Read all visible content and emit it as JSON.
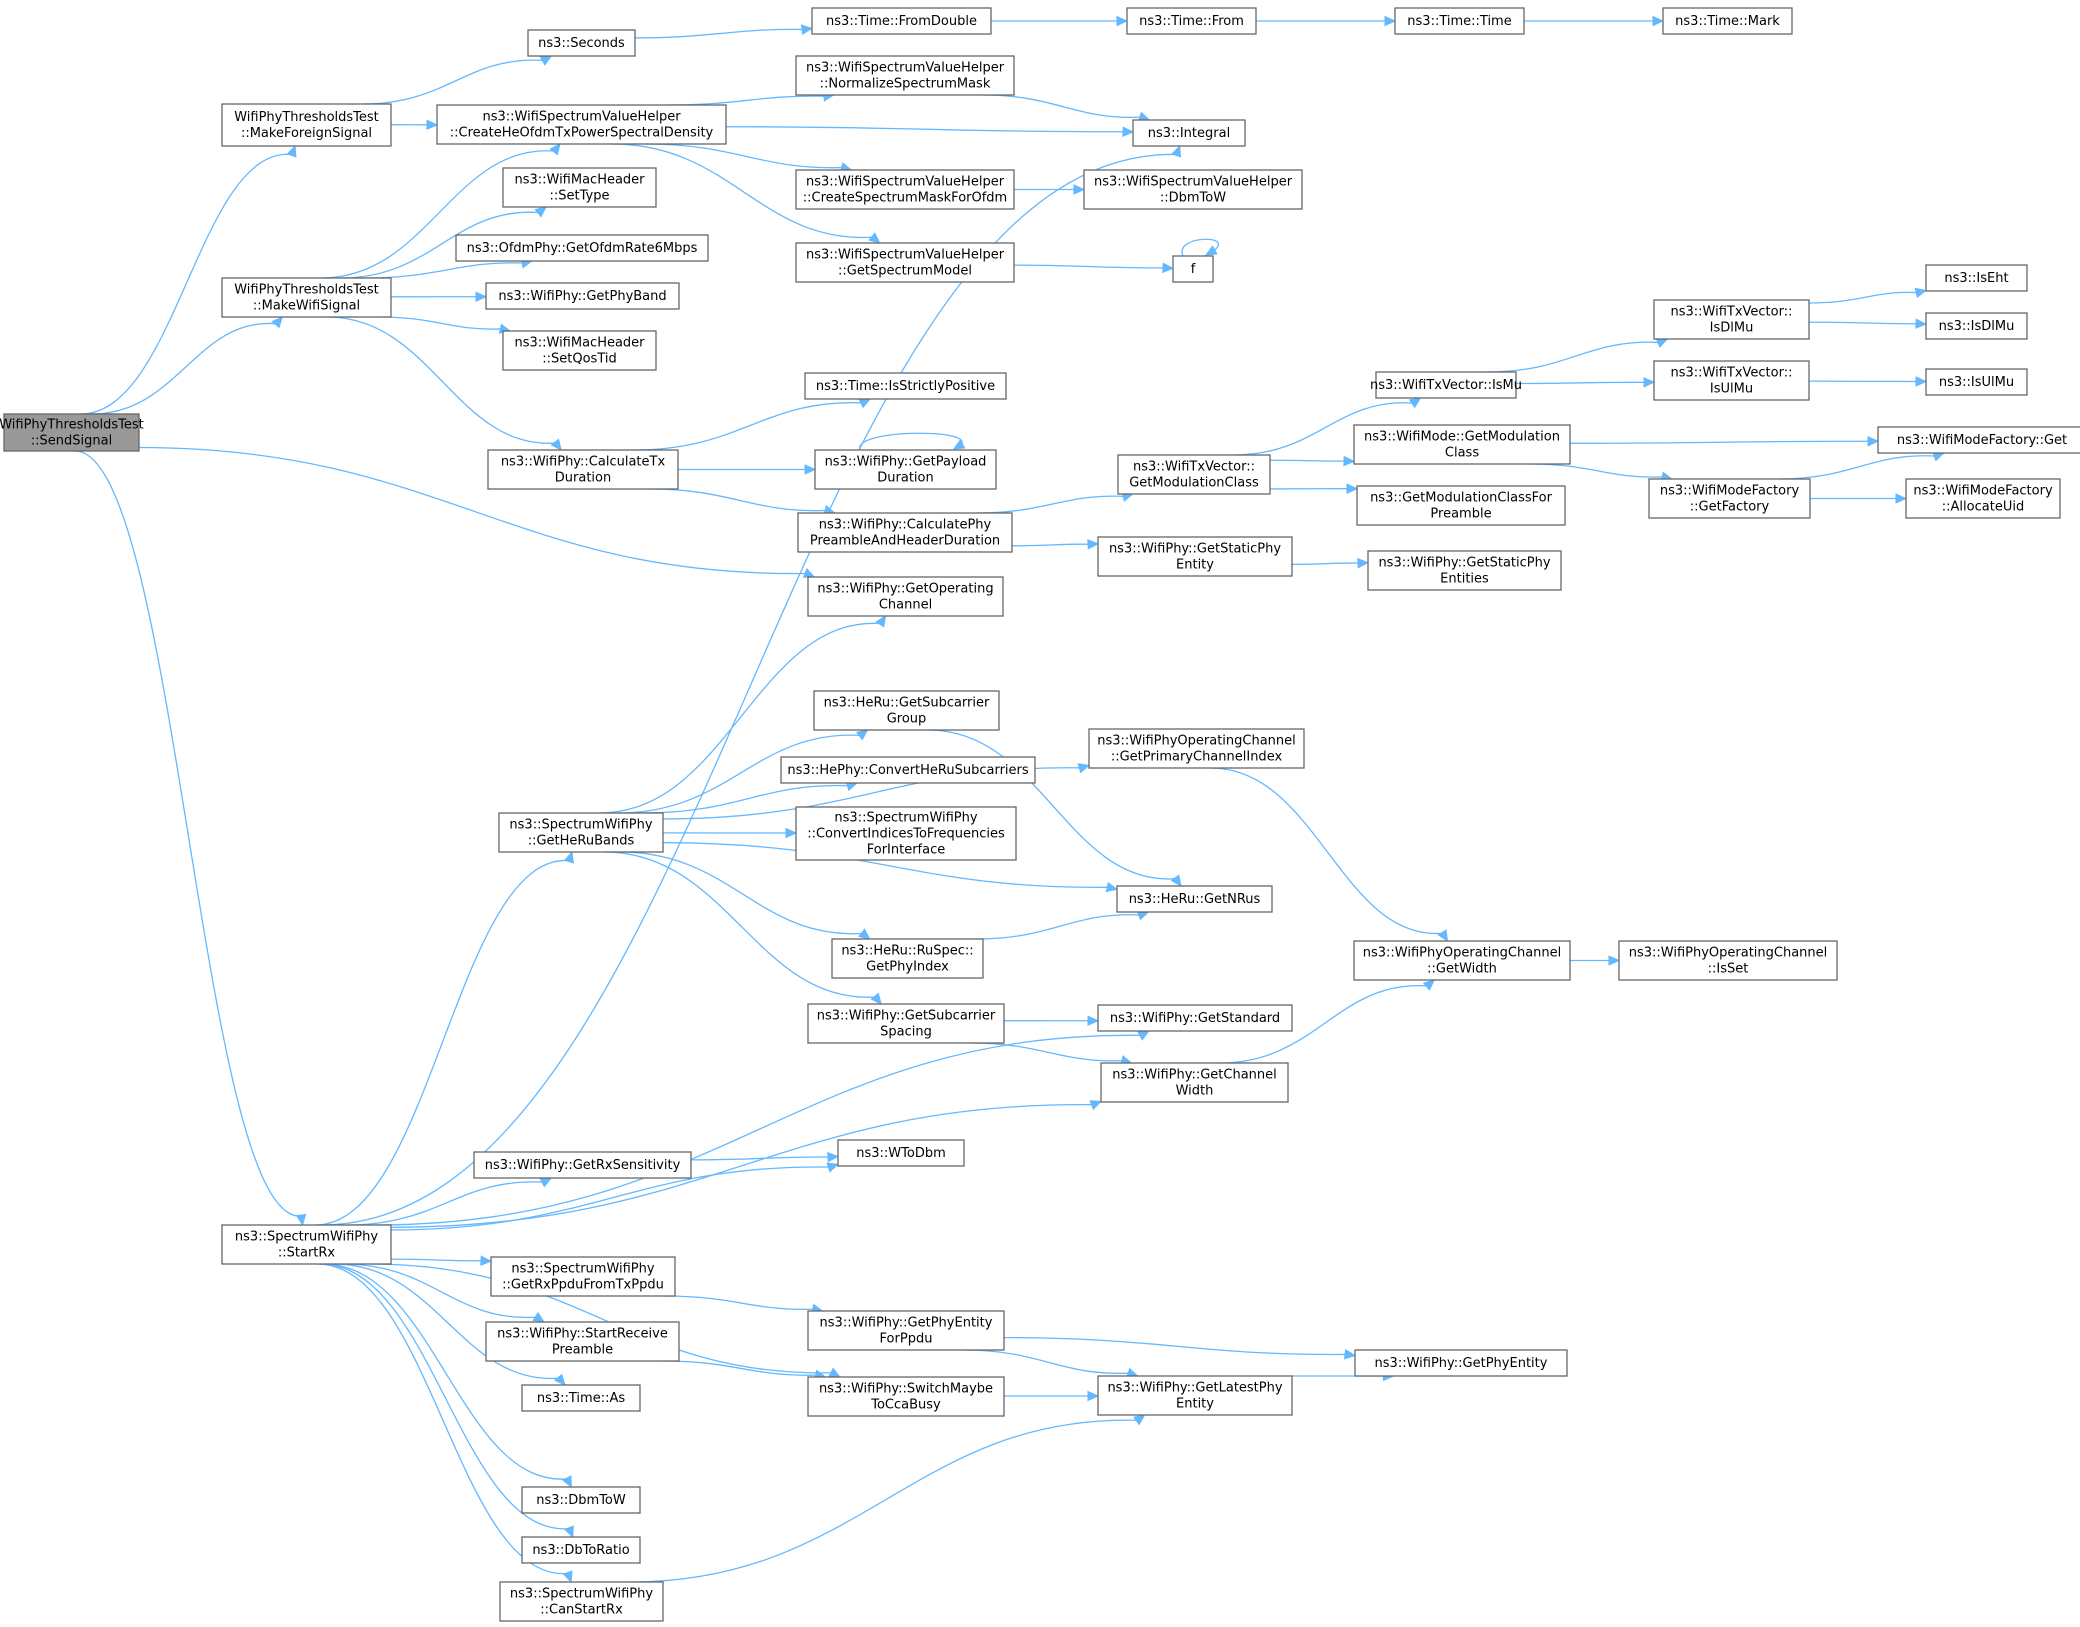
{
  "diagram": {
    "type": "call-graph",
    "nodes": [
      {
        "id": "root",
        "lines": [
          "WifiPhyThresholdsTest",
          "::SendSignal"
        ],
        "highlight": true
      },
      {
        "id": "mfs",
        "lines": [
          "WifiPhyThresholdsTest",
          "::MakeForeignSignal"
        ]
      },
      {
        "id": "mws",
        "lines": [
          "WifiPhyThresholdsTest",
          "::MakeWifiSignal"
        ]
      },
      {
        "id": "srx",
        "lines": [
          "ns3::SpectrumWifiPhy",
          "::StartRx"
        ]
      },
      {
        "id": "sec",
        "lines": [
          "ns3::Seconds"
        ]
      },
      {
        "id": "che",
        "lines": [
          "ns3::WifiSpectrumValueHelper",
          "::CreateHeOfdmTxPowerSpectralDensity"
        ]
      },
      {
        "id": "tfd",
        "lines": [
          "ns3::Time::FromDouble"
        ]
      },
      {
        "id": "tf",
        "lines": [
          "ns3::Time::From"
        ]
      },
      {
        "id": "tt",
        "lines": [
          "ns3::Time::Time"
        ]
      },
      {
        "id": "tm",
        "lines": [
          "ns3::Time::Mark"
        ]
      },
      {
        "id": "nsm",
        "lines": [
          "ns3::WifiSpectrumValueHelper",
          "::NormalizeSpectrumMask"
        ]
      },
      {
        "id": "int",
        "lines": [
          "ns3::Integral"
        ]
      },
      {
        "id": "cso",
        "lines": [
          "ns3::WifiSpectrumValueHelper",
          "::CreateSpectrumMaskForOfdm"
        ]
      },
      {
        "id": "dbw",
        "lines": [
          "ns3::WifiSpectrumValueHelper",
          "::DbmToW"
        ]
      },
      {
        "id": "gsm",
        "lines": [
          "ns3::WifiSpectrumValueHelper",
          "::GetSpectrumModel"
        ]
      },
      {
        "id": "f",
        "lines": [
          "f"
        ]
      },
      {
        "id": "mst",
        "lines": [
          "ns3::WifiMacHeader",
          "::SetType"
        ]
      },
      {
        "id": "ofdm",
        "lines": [
          "ns3::OfdmPhy::GetOfdmRate6Mbps"
        ]
      },
      {
        "id": "gpb",
        "lines": [
          "ns3::WifiPhy::GetPhyBand"
        ]
      },
      {
        "id": "sqt",
        "lines": [
          "ns3::WifiMacHeader",
          "::SetQosTid"
        ]
      },
      {
        "id": "ctd",
        "lines": [
          "ns3::WifiPhy::CalculateTx",
          "Duration"
        ]
      },
      {
        "id": "tsp",
        "lines": [
          "ns3::Time::IsStrictlyPositive"
        ]
      },
      {
        "id": "gpd",
        "lines": [
          "ns3::WifiPhy::GetPayload",
          "Duration"
        ]
      },
      {
        "id": "cph",
        "lines": [
          "ns3::WifiPhy::CalculatePhy",
          "PreambleAndHeaderDuration"
        ]
      },
      {
        "id": "goc",
        "lines": [
          "ns3::WifiPhy::GetOperating",
          "Channel"
        ]
      },
      {
        "id": "gmc",
        "lines": [
          "ns3::WifiTxVector::",
          "GetModulationClass"
        ]
      },
      {
        "id": "ismu",
        "lines": [
          "ns3::WifiTxVector::IsMu"
        ]
      },
      {
        "id": "isdlmu",
        "lines": [
          "ns3::WifiTxVector::",
          "IsDlMu"
        ]
      },
      {
        "id": "isulmu",
        "lines": [
          "ns3::WifiTxVector::",
          "IsUlMu"
        ]
      },
      {
        "id": "iseht",
        "lines": [
          "ns3::IsEht"
        ]
      },
      {
        "id": "isdl",
        "lines": [
          "ns3::IsDlMu"
        ]
      },
      {
        "id": "isul",
        "lines": [
          "ns3::IsUlMu"
        ]
      },
      {
        "id": "wmgmc",
        "lines": [
          "ns3::WifiMode::GetModulation",
          "Class"
        ]
      },
      {
        "id": "wmfget",
        "lines": [
          "ns3::WifiModeFactory::Get"
        ]
      },
      {
        "id": "wmfgf",
        "lines": [
          "ns3::WifiModeFactory",
          "::GetFactory"
        ]
      },
      {
        "id": "wmfau",
        "lines": [
          "ns3::WifiModeFactory",
          "::AllocateUid"
        ]
      },
      {
        "id": "gmcfp",
        "lines": [
          "ns3::GetModulationClassFor",
          "Preamble"
        ]
      },
      {
        "id": "gspe",
        "lines": [
          "ns3::WifiPhy::GetStaticPhy",
          "Entity"
        ]
      },
      {
        "id": "gspes",
        "lines": [
          "ns3::WifiPhy::GetStaticPhy",
          "Entities"
        ]
      },
      {
        "id": "ghrb",
        "lines": [
          "ns3::SpectrumWifiPhy",
          "::GetHeRuBands"
        ]
      },
      {
        "id": "hgsg",
        "lines": [
          "ns3::HeRu::GetSubcarrier",
          "Group"
        ]
      },
      {
        "id": "chrs",
        "lines": [
          "ns3::HePhy::ConvertHeRuSubcarriers"
        ]
      },
      {
        "id": "citf",
        "lines": [
          "ns3::SpectrumWifiPhy",
          "::ConvertIndicesToFrequencies",
          "ForInterface"
        ]
      },
      {
        "id": "gpi",
        "lines": [
          "ns3::HeRu::RuSpec::",
          "GetPhyIndex"
        ]
      },
      {
        "id": "gss",
        "lines": [
          "ns3::WifiPhy::GetSubcarrier",
          "Spacing"
        ]
      },
      {
        "id": "gpci",
        "lines": [
          "ns3::WifiPhyOperatingChannel",
          "::GetPrimaryChannelIndex"
        ]
      },
      {
        "id": "gnrus",
        "lines": [
          "ns3::HeRu::GetNRus"
        ]
      },
      {
        "id": "gstd",
        "lines": [
          "ns3::WifiPhy::GetStandard"
        ]
      },
      {
        "id": "gcw",
        "lines": [
          "ns3::WifiPhy::GetChannel",
          "Width"
        ]
      },
      {
        "id": "ocgw",
        "lines": [
          "ns3::WifiPhyOperatingChannel",
          "::GetWidth"
        ]
      },
      {
        "id": "ocis",
        "lines": [
          "ns3::WifiPhyOperatingChannel",
          "::IsSet"
        ]
      },
      {
        "id": "grs",
        "lines": [
          "ns3::WifiPhy::GetRxSensitivity"
        ]
      },
      {
        "id": "wtd",
        "lines": [
          "ns3::WToDbm"
        ]
      },
      {
        "id": "grpf",
        "lines": [
          "ns3::SpectrumWifiPhy",
          "::GetRxPpduFromTxPpdu"
        ]
      },
      {
        "id": "srp",
        "lines": [
          "ns3::WifiPhy::StartReceive",
          "Preamble"
        ]
      },
      {
        "id": "tas",
        "lines": [
          "ns3::Time::As"
        ]
      },
      {
        "id": "dtw",
        "lines": [
          "ns3::DbmToW"
        ]
      },
      {
        "id": "dtr",
        "lines": [
          "ns3::DbToRatio"
        ]
      },
      {
        "id": "csr",
        "lines": [
          "ns3::SpectrumWifiPhy",
          "::CanStartRx"
        ]
      },
      {
        "id": "gpefp",
        "lines": [
          "ns3::WifiPhy::GetPhyEntity",
          "ForPpdu"
        ]
      },
      {
        "id": "smcb",
        "lines": [
          "ns3::WifiPhy::SwitchMaybe",
          "ToCcaBusy"
        ]
      },
      {
        "id": "glpe",
        "lines": [
          "ns3::WifiPhy::GetLatestPhy",
          "Entity"
        ]
      },
      {
        "id": "gpe",
        "lines": [
          "ns3::WifiPhy::GetPhyEntity"
        ]
      }
    ],
    "edges": [
      [
        "root",
        "mfs"
      ],
      [
        "root",
        "mws"
      ],
      [
        "root",
        "srx"
      ],
      [
        "root",
        "goc"
      ],
      [
        "mfs",
        "sec"
      ],
      [
        "mfs",
        "che"
      ],
      [
        "sec",
        "tfd"
      ],
      [
        "tfd",
        "tf"
      ],
      [
        "tf",
        "tt"
      ],
      [
        "tt",
        "tm"
      ],
      [
        "che",
        "nsm"
      ],
      [
        "che",
        "int"
      ],
      [
        "che",
        "cso"
      ],
      [
        "che",
        "gsm"
      ],
      [
        "nsm",
        "int"
      ],
      [
        "cso",
        "dbw"
      ],
      [
        "gsm",
        "f"
      ],
      [
        "f",
        "f"
      ],
      [
        "mws",
        "che"
      ],
      [
        "mws",
        "mst"
      ],
      [
        "mws",
        "ofdm"
      ],
      [
        "mws",
        "gpb"
      ],
      [
        "mws",
        "sqt"
      ],
      [
        "mws",
        "ctd"
      ],
      [
        "ctd",
        "tsp"
      ],
      [
        "ctd",
        "gpd"
      ],
      [
        "ctd",
        "cph"
      ],
      [
        "gpd",
        "gpd"
      ],
      [
        "cph",
        "gmc"
      ],
      [
        "cph",
        "gspe"
      ],
      [
        "gmc",
        "ismu"
      ],
      [
        "gmc",
        "wmgmc"
      ],
      [
        "gmc",
        "gmcfp"
      ],
      [
        "ismu",
        "isdlmu"
      ],
      [
        "ismu",
        "isulmu"
      ],
      [
        "isdlmu",
        "iseht"
      ],
      [
        "isdlmu",
        "isdl"
      ],
      [
        "isulmu",
        "isul"
      ],
      [
        "wmgmc",
        "wmfget"
      ],
      [
        "wmgmc",
        "wmfgf"
      ],
      [
        "wmfgf",
        "wmfget"
      ],
      [
        "wmfgf",
        "wmfau"
      ],
      [
        "gspe",
        "gspes"
      ],
      [
        "srx",
        "int"
      ],
      [
        "srx",
        "ghrb"
      ],
      [
        "srx",
        "gstd"
      ],
      [
        "srx",
        "wtd"
      ],
      [
        "srx",
        "grs"
      ],
      [
        "srx",
        "gcw"
      ],
      [
        "srx",
        "grpf"
      ],
      [
        "srx",
        "srp"
      ],
      [
        "srx",
        "tas"
      ],
      [
        "srx",
        "smcb"
      ],
      [
        "srx",
        "dtw"
      ],
      [
        "srx",
        "dtr"
      ],
      [
        "srx",
        "csr"
      ],
      [
        "ghrb",
        "goc"
      ],
      [
        "ghrb",
        "gpci"
      ],
      [
        "ghrb",
        "hgsg"
      ],
      [
        "ghrb",
        "chrs"
      ],
      [
        "ghrb",
        "citf"
      ],
      [
        "ghrb",
        "gnrus"
      ],
      [
        "ghrb",
        "gpi"
      ],
      [
        "ghrb",
        "gss"
      ],
      [
        "hgsg",
        "gnrus"
      ],
      [
        "gpi",
        "gnrus"
      ],
      [
        "gss",
        "gstd"
      ],
      [
        "gss",
        "gcw"
      ],
      [
        "gpci",
        "ocgw"
      ],
      [
        "gcw",
        "ocgw"
      ],
      [
        "ocgw",
        "ocis"
      ],
      [
        "grs",
        "wtd"
      ],
      [
        "grpf",
        "gpefp"
      ],
      [
        "gpefp",
        "gpe"
      ],
      [
        "gpefp",
        "glpe"
      ],
      [
        "srp",
        "smcb"
      ],
      [
        "smcb",
        "glpe"
      ],
      [
        "glpe",
        "gpe"
      ],
      [
        "csr",
        "glpe"
      ]
    ]
  }
}
